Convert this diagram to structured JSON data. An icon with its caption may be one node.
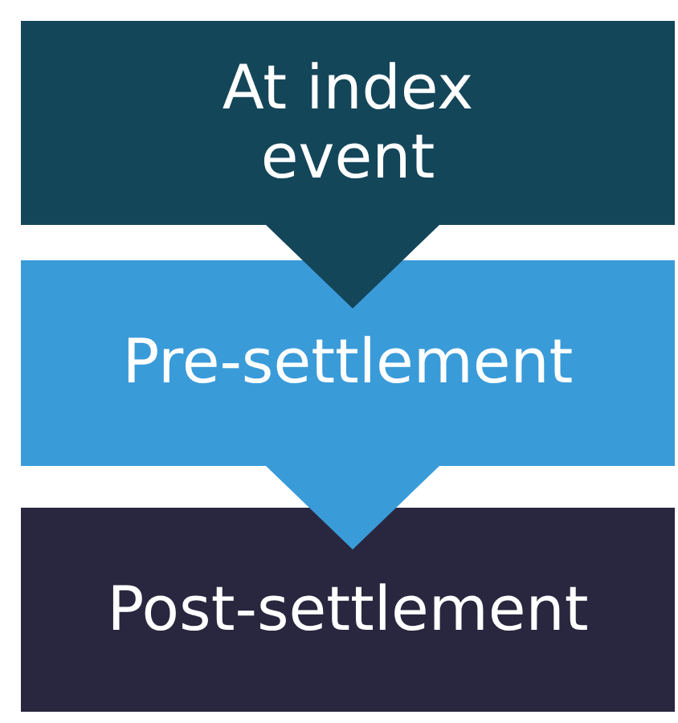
{
  "diagram": {
    "nodes": [
      {
        "text": [
          "At index event"
        ]
      },
      {
        "text": [
          "Pre-settlement"
        ]
      },
      {
        "text": [
          "Post-settlement"
        ]
      }
    ],
    "edges": [
      {
        "from": 0,
        "to": 1,
        "arrow": "to",
        "color": "#144659"
      },
      {
        "from": 1,
        "to": 2,
        "arrow": "to",
        "color": "#3a9bd9"
      }
    ]
  }
}
